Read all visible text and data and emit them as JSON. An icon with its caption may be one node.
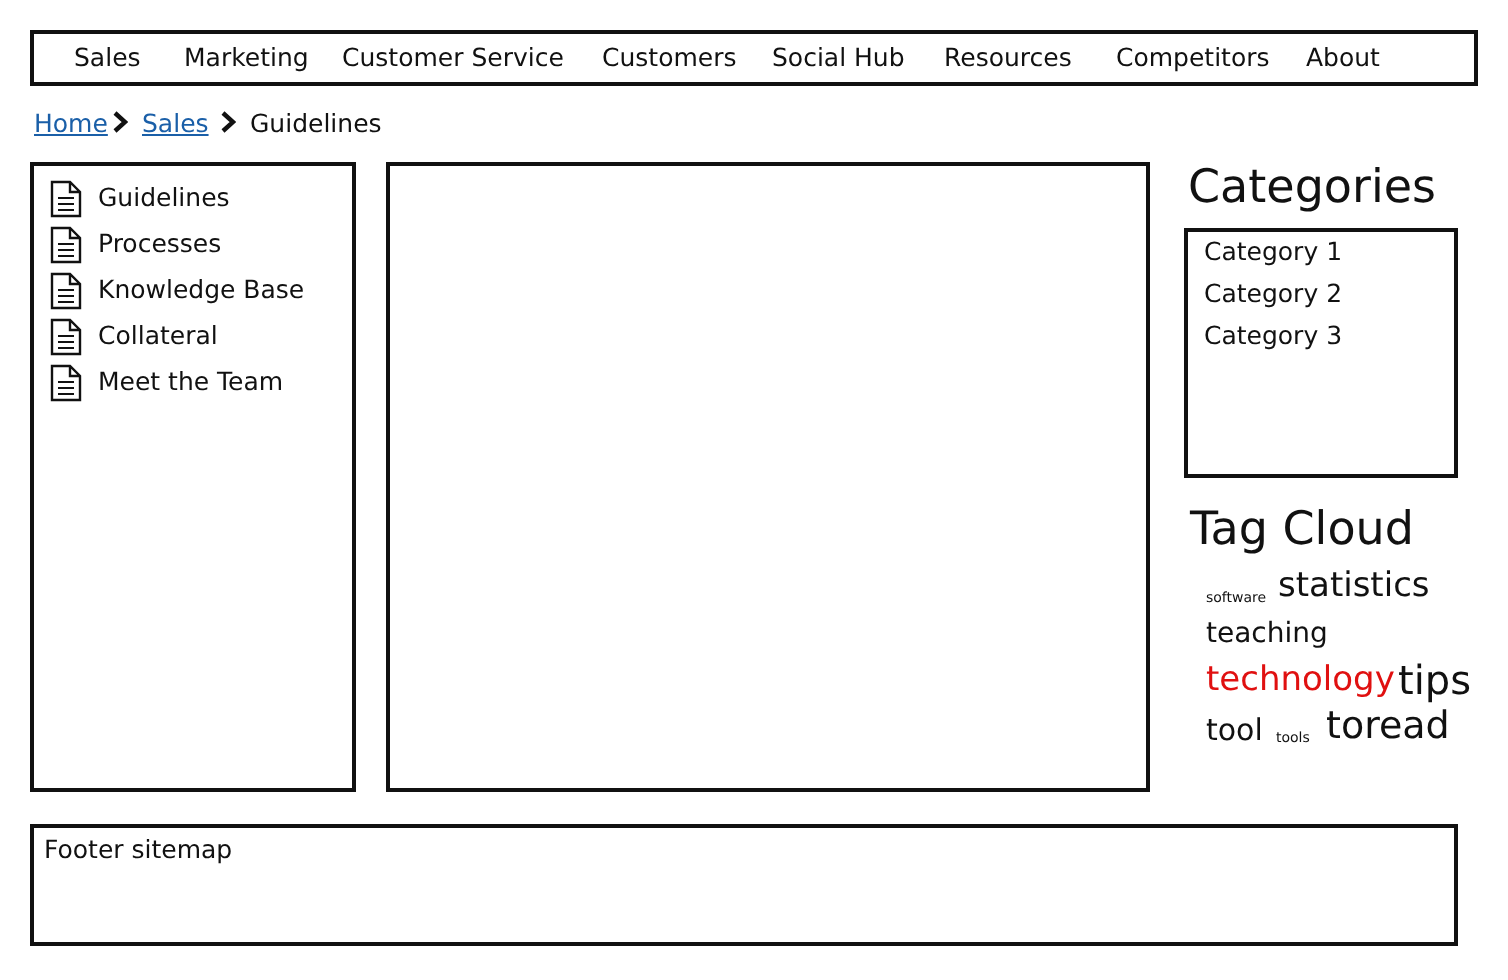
{
  "diagram": {
    "nodes": [
      {
        "text": [
          "Sales",
          "Marketing",
          "Customer Service",
          "Customers",
          "Social Hub",
          "Resources",
          "Competitors",
          "About"
        ]
      },
      {
        "text": [
          "Guidelines",
          "Processes",
          "Knowledge Base",
          "Collateral",
          "Meet the Team"
        ]
      },
      {
        "text": [],
        "shape": "box"
      },
      {
        "text": [
          "Categories",
          "Category 1",
          "Category 2",
          "Category 3"
        ]
      },
      {
        "text": [
          "Footer sitemap"
        ]
      }
    ],
    "edges": [],
    "labels": [
      "Home",
      "Sales",
      "Guidelines",
      "Tag Cloud",
      "software",
      "statistics",
      "teaching",
      "technology",
      "tips",
      "tool",
      "tools",
      "toread"
    ]
  }
}
